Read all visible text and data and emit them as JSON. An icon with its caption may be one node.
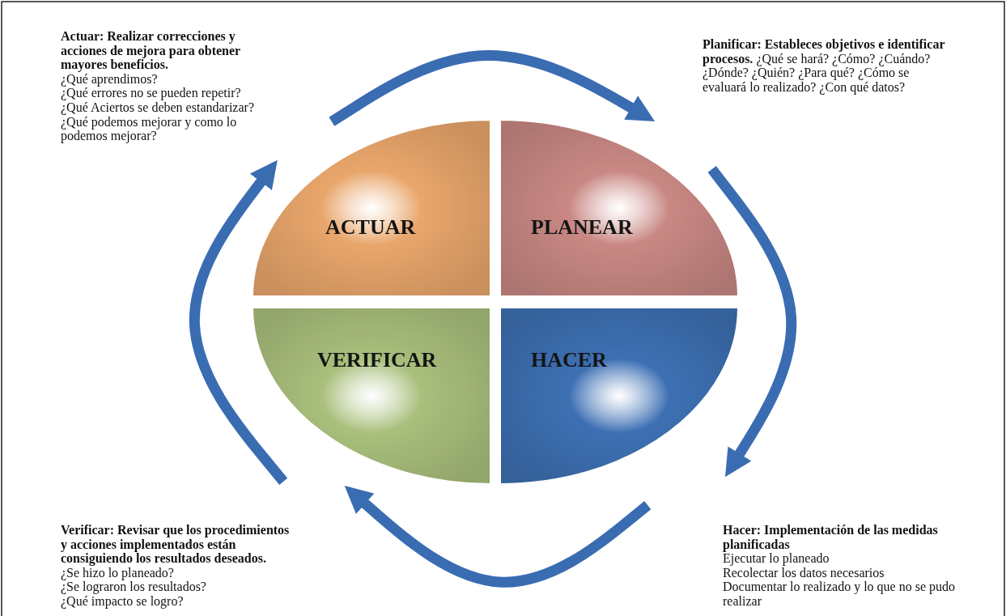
{
  "diagram": {
    "nodes": [
      {
        "text": [
          "ACTUAR"
        ]
      },
      {
        "text": [
          "PLANEAR"
        ]
      },
      {
        "text": [
          "VERIFICAR"
        ]
      },
      {
        "text": [
          "HACER"
        ]
      }
    ],
    "edges": [
      {
        "from": 0,
        "to": 1,
        "arrow": "to"
      },
      {
        "from": 1,
        "to": 3,
        "arrow": "to"
      },
      {
        "from": 3,
        "to": 2,
        "arrow": "to"
      },
      {
        "from": 2,
        "to": 0,
        "arrow": "to"
      }
    ],
    "labels": [
      "Actuar: Realizar correcciones y acciones de mejora para obtener mayores beneficios.",
      "¿Qué aprendimos?",
      "¿Qué errores no se pueden repetir?",
      "¿Qué Aciertos se deben estandarizar?",
      "¿Qué podemos mejorar y como lo podemos mejorar?",
      "**Planificar:  Estableces objetivos e identificar procesos.** ¿Qué se hará? ¿Cómo? ¿Cuándo? ¿Dónde? ¿Quién? ¿Para qué? ¿Cómo se evaluará lo realizado? ¿Con qué datos?",
      "Verificar: Revisar que los procedimientos y acciones implementados están consiguiendo los resultados deseados.",
      "¿Se hizo lo planeado?",
      "¿Se lograron los resultados?",
      "¿Qué impacto se logro?",
      "Hacer: Implementación de las medidas planificadas",
      "Ejecutar lo planeado",
      "Recolectar los datos necesarios",
      "Documentar lo realizado y lo que no se pudo realizar"
    ]
  }
}
